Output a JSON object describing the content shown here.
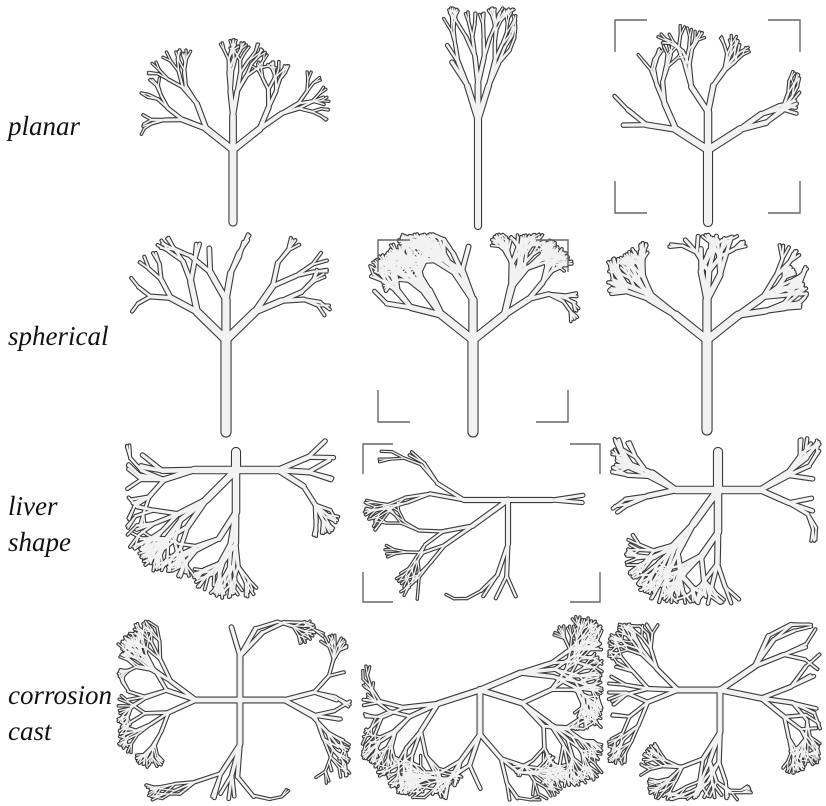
{
  "rows": [
    {
      "label_lines": [
        "planar"
      ]
    },
    {
      "label_lines": [
        "spherical"
      ]
    },
    {
      "label_lines": [
        "liver",
        "shape"
      ]
    },
    {
      "label_lines": [
        "corrosion",
        "cast"
      ]
    }
  ],
  "colors": {
    "branch_fill": "#f2f2f2",
    "branch_outline": "#3a3a3a",
    "bracket": "#666666",
    "text": "#111111"
  }
}
